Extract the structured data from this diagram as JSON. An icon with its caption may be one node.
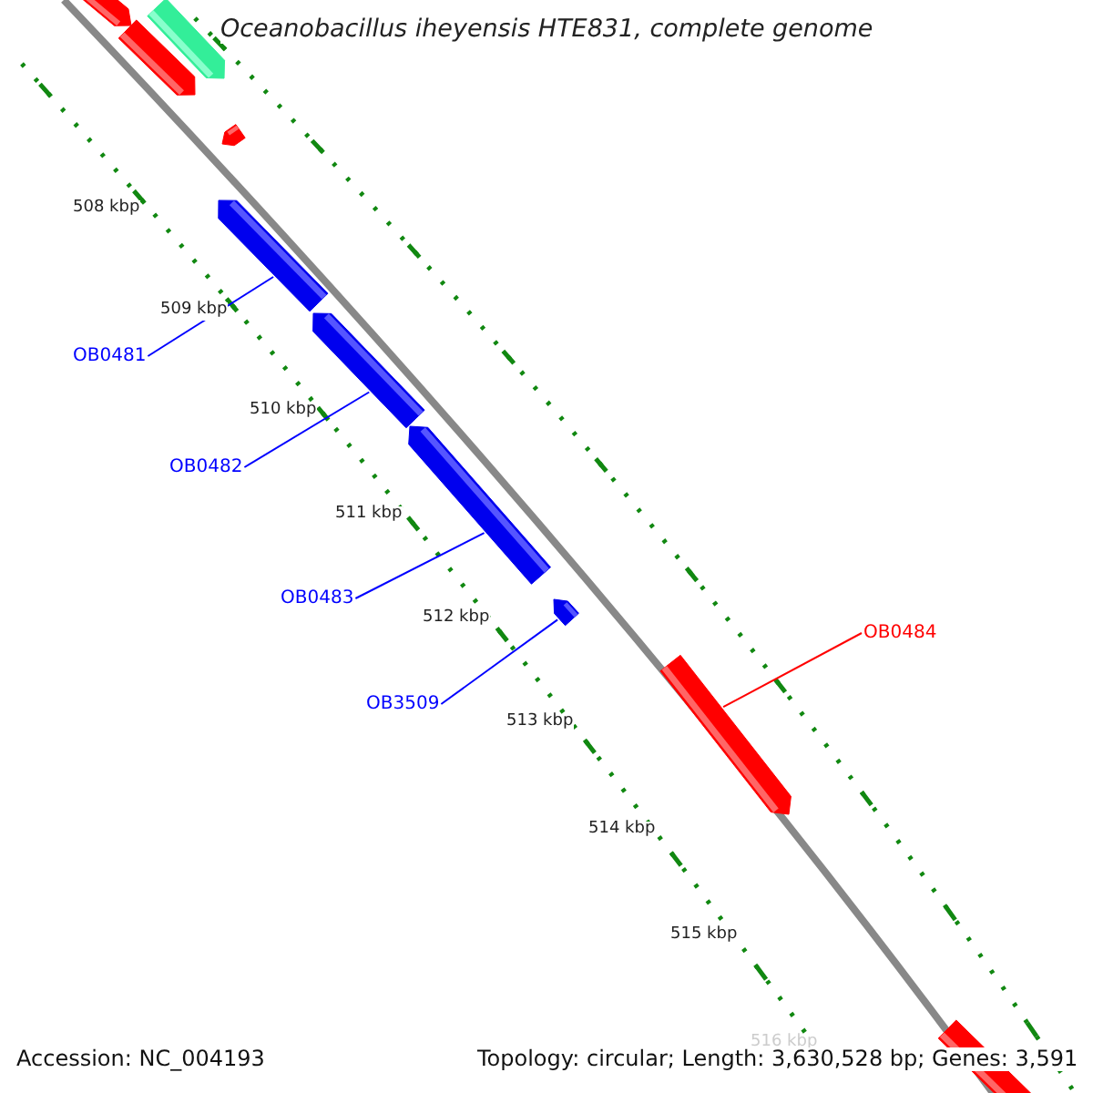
{
  "diagram": {
    "title": "Oceanobacillus iheyensis HTE831, complete genome",
    "nodes": [
      {
        "text": [
          "OB0481"
        ]
      },
      {
        "text": [],
        "shape": "arrow"
      },
      {
        "text": [
          "OB0482"
        ]
      },
      {
        "text": [],
        "shape": "arrow"
      },
      {
        "text": [
          "OB0483"
        ]
      },
      {
        "text": [],
        "shape": "arrow"
      },
      {
        "text": [
          "OB3509"
        ]
      },
      {
        "text": [],
        "shape": "arrow"
      },
      {
        "text": [
          "OB0484"
        ]
      },
      {
        "text": [],
        "shape": "arrow"
      }
    ],
    "edges": [
      {
        "from": 0,
        "to": 1,
        "arrow": "none"
      },
      {
        "from": 2,
        "to": 3,
        "arrow": "none"
      },
      {
        "from": 4,
        "to": 5,
        "arrow": "none"
      },
      {
        "from": 6,
        "to": 7,
        "arrow": "none"
      },
      {
        "from": 8,
        "to": 9,
        "arrow": "none",
        "color": "#ff0000"
      }
    ],
    "labels": [
      "508 kbp",
      "509 kbp",
      "510 kbp",
      "511 kbp",
      "512 kbp",
      "513 kbp",
      "514 kbp",
      "515 kbp",
      "516 kbp",
      "Accession: NC_004193",
      "Topology: circular; Length: 3,630,528 bp; Genes: 3,591"
    ]
  }
}
